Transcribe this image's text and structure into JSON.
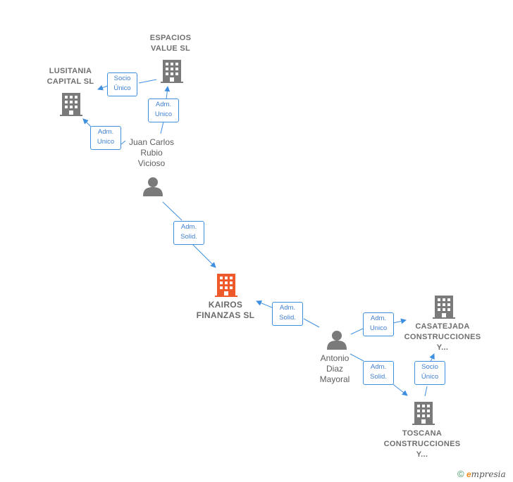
{
  "colors": {
    "edge": "#3f8fe0",
    "company_icon": "#7a7a7a",
    "center_company_icon": "#f0592a",
    "person_icon": "#7a7a7a"
  },
  "nodes": {
    "espacios": {
      "line1": "ESPACIOS",
      "line2": "VALUE  SL",
      "icon": "building-icon"
    },
    "lusitania": {
      "line1": "LUSITANIA",
      "line2": "CAPITAL  SL",
      "icon": "building-icon"
    },
    "juan": {
      "line1": "Juan Carlos",
      "line2": "Rubio",
      "line3": "Vicioso",
      "icon": "person-icon"
    },
    "kairos": {
      "line1": "KAIROS",
      "line2": "FINANZAS  SL",
      "icon": "building-icon"
    },
    "antonio": {
      "line1": "Antonio",
      "line2": "Diaz",
      "line3": "Mayoral",
      "icon": "person-icon"
    },
    "casatejada": {
      "line1": "CASATEJADA",
      "line2": "CONSTRUCCIONES",
      "line3": "Y...",
      "icon": "building-icon"
    },
    "toscana": {
      "line1": "TOSCANA",
      "line2": "CONSTRUCCIONES",
      "line3": "Y...",
      "icon": "building-icon"
    }
  },
  "edges": {
    "espacios_lusitania": {
      "line1": "Socio",
      "line2": "Único"
    },
    "juan_espacios": {
      "line1": "Adm.",
      "line2": "Unico"
    },
    "juan_lusitania": {
      "line1": "Adm.",
      "line2": "Unico"
    },
    "juan_kairos": {
      "line1": "Adm.",
      "line2": "Solid."
    },
    "antonio_kairos": {
      "line1": "Adm.",
      "line2": "Solid."
    },
    "antonio_casatejada": {
      "line1": "Adm.",
      "line2": "Unico"
    },
    "antonio_toscana": {
      "line1": "Adm.",
      "line2": "Solid."
    },
    "toscana_casatejada": {
      "line1": "Socio",
      "line2": "Único"
    }
  },
  "footer": {
    "copyright": "©",
    "brand_first": "e",
    "brand_rest": "mpresia"
  }
}
